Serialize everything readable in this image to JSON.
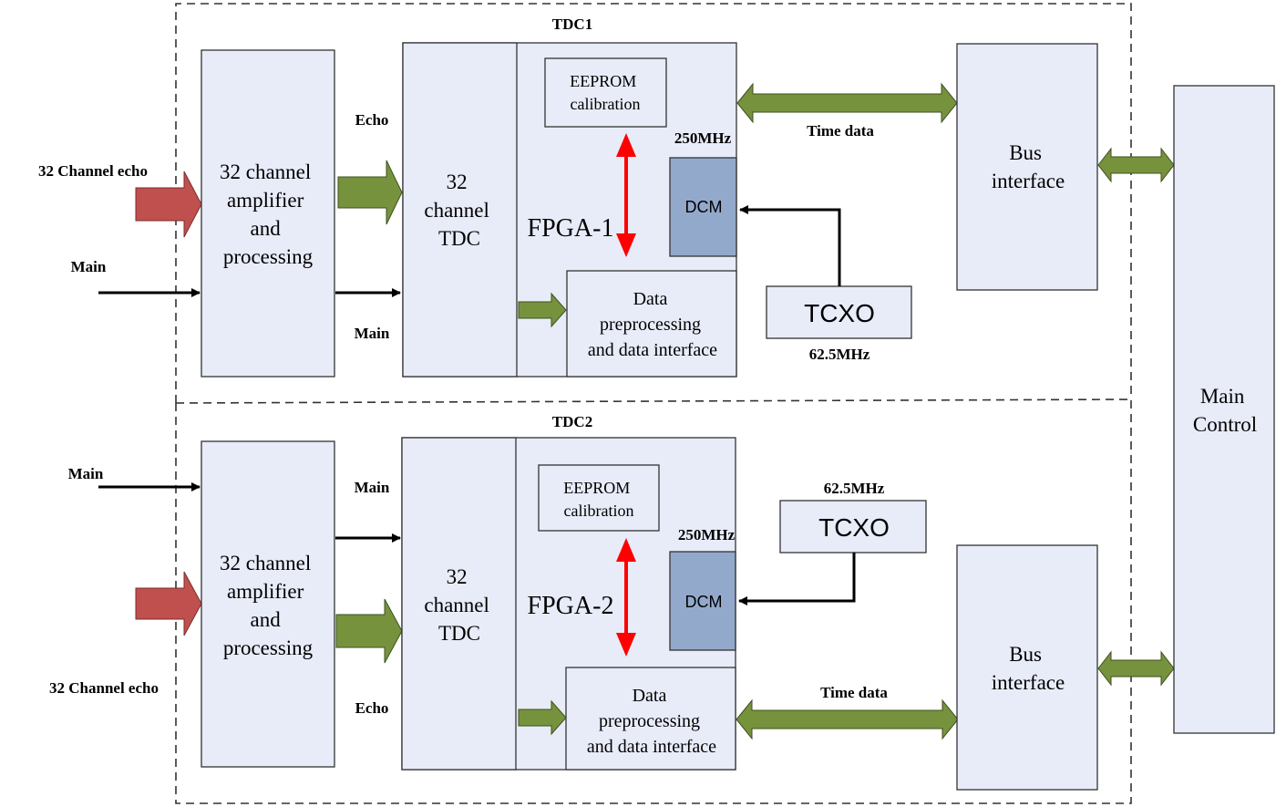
{
  "tdc1": {
    "title": "TDC1",
    "input_echo_label": "32 Channel echo",
    "input_main_label": "Main",
    "amp_lines": [
      "32 channel",
      "amplifier",
      "and",
      "processing"
    ],
    "echo_label": "Echo",
    "main_label": "Main",
    "tdc_lines": [
      "32",
      "channel",
      "TDC"
    ],
    "fpga_label": "FPGA-1",
    "eeprom_lines": [
      "EEPROM",
      "calibration"
    ],
    "freq_250": "250MHz",
    "dcm_label": "DCM",
    "dp_lines": [
      "Data",
      "preprocessing",
      "and data interface"
    ],
    "tcxo_label": "TCXO",
    "freq_625": "62.5MHz",
    "time_data_label": "Time data",
    "bus_lines": [
      "Bus",
      "interface"
    ]
  },
  "tdc2": {
    "title": "TDC2",
    "input_main_label": "Main",
    "input_echo_label": "32 Channel echo",
    "amp_lines": [
      "32 channel",
      "amplifier",
      "and",
      "processing"
    ],
    "main_label": "Main",
    "echo_label": "Echo",
    "tdc_lines": [
      "32",
      "channel",
      "TDC"
    ],
    "fpga_label": "FPGA-2",
    "eeprom_lines": [
      "EEPROM",
      "calibration"
    ],
    "freq_250": "250MHz",
    "dcm_label": "DCM",
    "dp_lines": [
      "Data",
      "preprocessing",
      "and data interface"
    ],
    "tcxo_label": "TCXO",
    "freq_625": "62.5MHz",
    "time_data_label": "Time data",
    "bus_lines": [
      "Bus",
      "interface"
    ]
  },
  "main_control_lines": [
    "Main",
    "Control"
  ],
  "colors": {
    "box_fill": "#e8ecf8",
    "dcm_fill": "#93a9cc",
    "green_arrow": "#76923c",
    "red_arrow": "#c0504d",
    "calibration_arrow": "#ff0000"
  }
}
